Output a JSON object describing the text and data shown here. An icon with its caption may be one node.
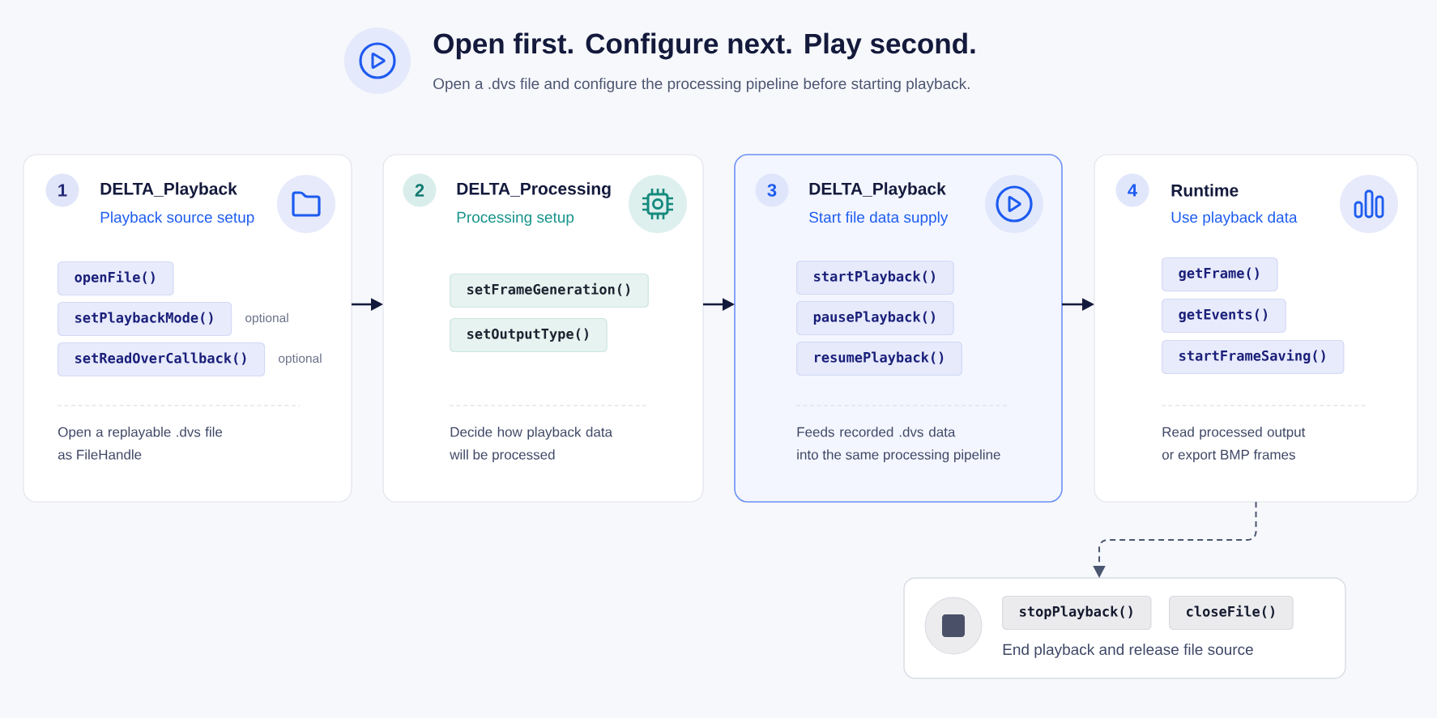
{
  "diagram": {
    "title": "Open first. Configure next. Play second.",
    "nodes": [
      {
        "text": [
          "DELTA_Playback",
          "Playback source setup",
          "Open a replayable .dvs file as FileHandle"
        ]
      },
      {
        "text": [
          "1"
        ],
        "in": 0
      },
      {
        "text": [
          "openFile()"
        ],
        "in": 0
      },
      {
        "text": [
          "setPlaybackMode()"
        ],
        "in": 0,
        "beside": [
          "optional"
        ]
      },
      {
        "text": [
          "setReadOverCallback()"
        ],
        "in": 0,
        "beside": [
          "optional"
        ]
      },
      {
        "text": [
          "DELTA_Processing",
          "Processing setup",
          "Decide how playback data will be processed"
        ]
      },
      {
        "text": [
          "2"
        ],
        "in": 5
      },
      {
        "text": [
          "setFrameGeneration()"
        ],
        "in": 5
      },
      {
        "text": [
          "setOutputType()"
        ],
        "in": 5
      },
      {
        "text": [
          "DELTA_Playback",
          "Start file data supply",
          "Feeds recorded .dvs data into the same processing pipeline"
        ]
      },
      {
        "text": [
          "3"
        ],
        "in": 9
      },
      {
        "text": [
          "startPlayback()"
        ],
        "in": 9
      },
      {
        "text": [
          "pausePlayback()"
        ],
        "in": 9
      },
      {
        "text": [
          "resumePlayback()"
        ],
        "in": 9
      },
      {
        "text": [
          "Runtime",
          "Use playback data",
          "Read processed output or export BMP frames"
        ]
      },
      {
        "text": [
          "4"
        ],
        "in": 14
      },
      {
        "text": [
          "getFrame()"
        ],
        "in": 14
      },
      {
        "text": [
          "getEvents()"
        ],
        "in": 14
      },
      {
        "text": [
          "startFrameSaving()"
        ],
        "in": 14
      },
      {
        "text": [
          "End playback and release file source"
        ]
      },
      {
        "text": [
          "stopPlayback()"
        ],
        "in": 19
      },
      {
        "text": [
          "closeFile()"
        ],
        "in": 19
      }
    ],
    "edges": [
      {
        "from": 0,
        "to": 5,
        "arrow": "to"
      },
      {
        "from": 5,
        "to": 9,
        "arrow": "to"
      },
      {
        "from": 9,
        "to": 14,
        "arrow": "to"
      },
      {
        "from": 14,
        "to": 19,
        "arrow": "to",
        "style": "dashed",
        "color": "#4b5670"
      }
    ],
    "labels": [
      "Open a .dvs file and configure the processing pipeline before starting playback."
    ]
  }
}
